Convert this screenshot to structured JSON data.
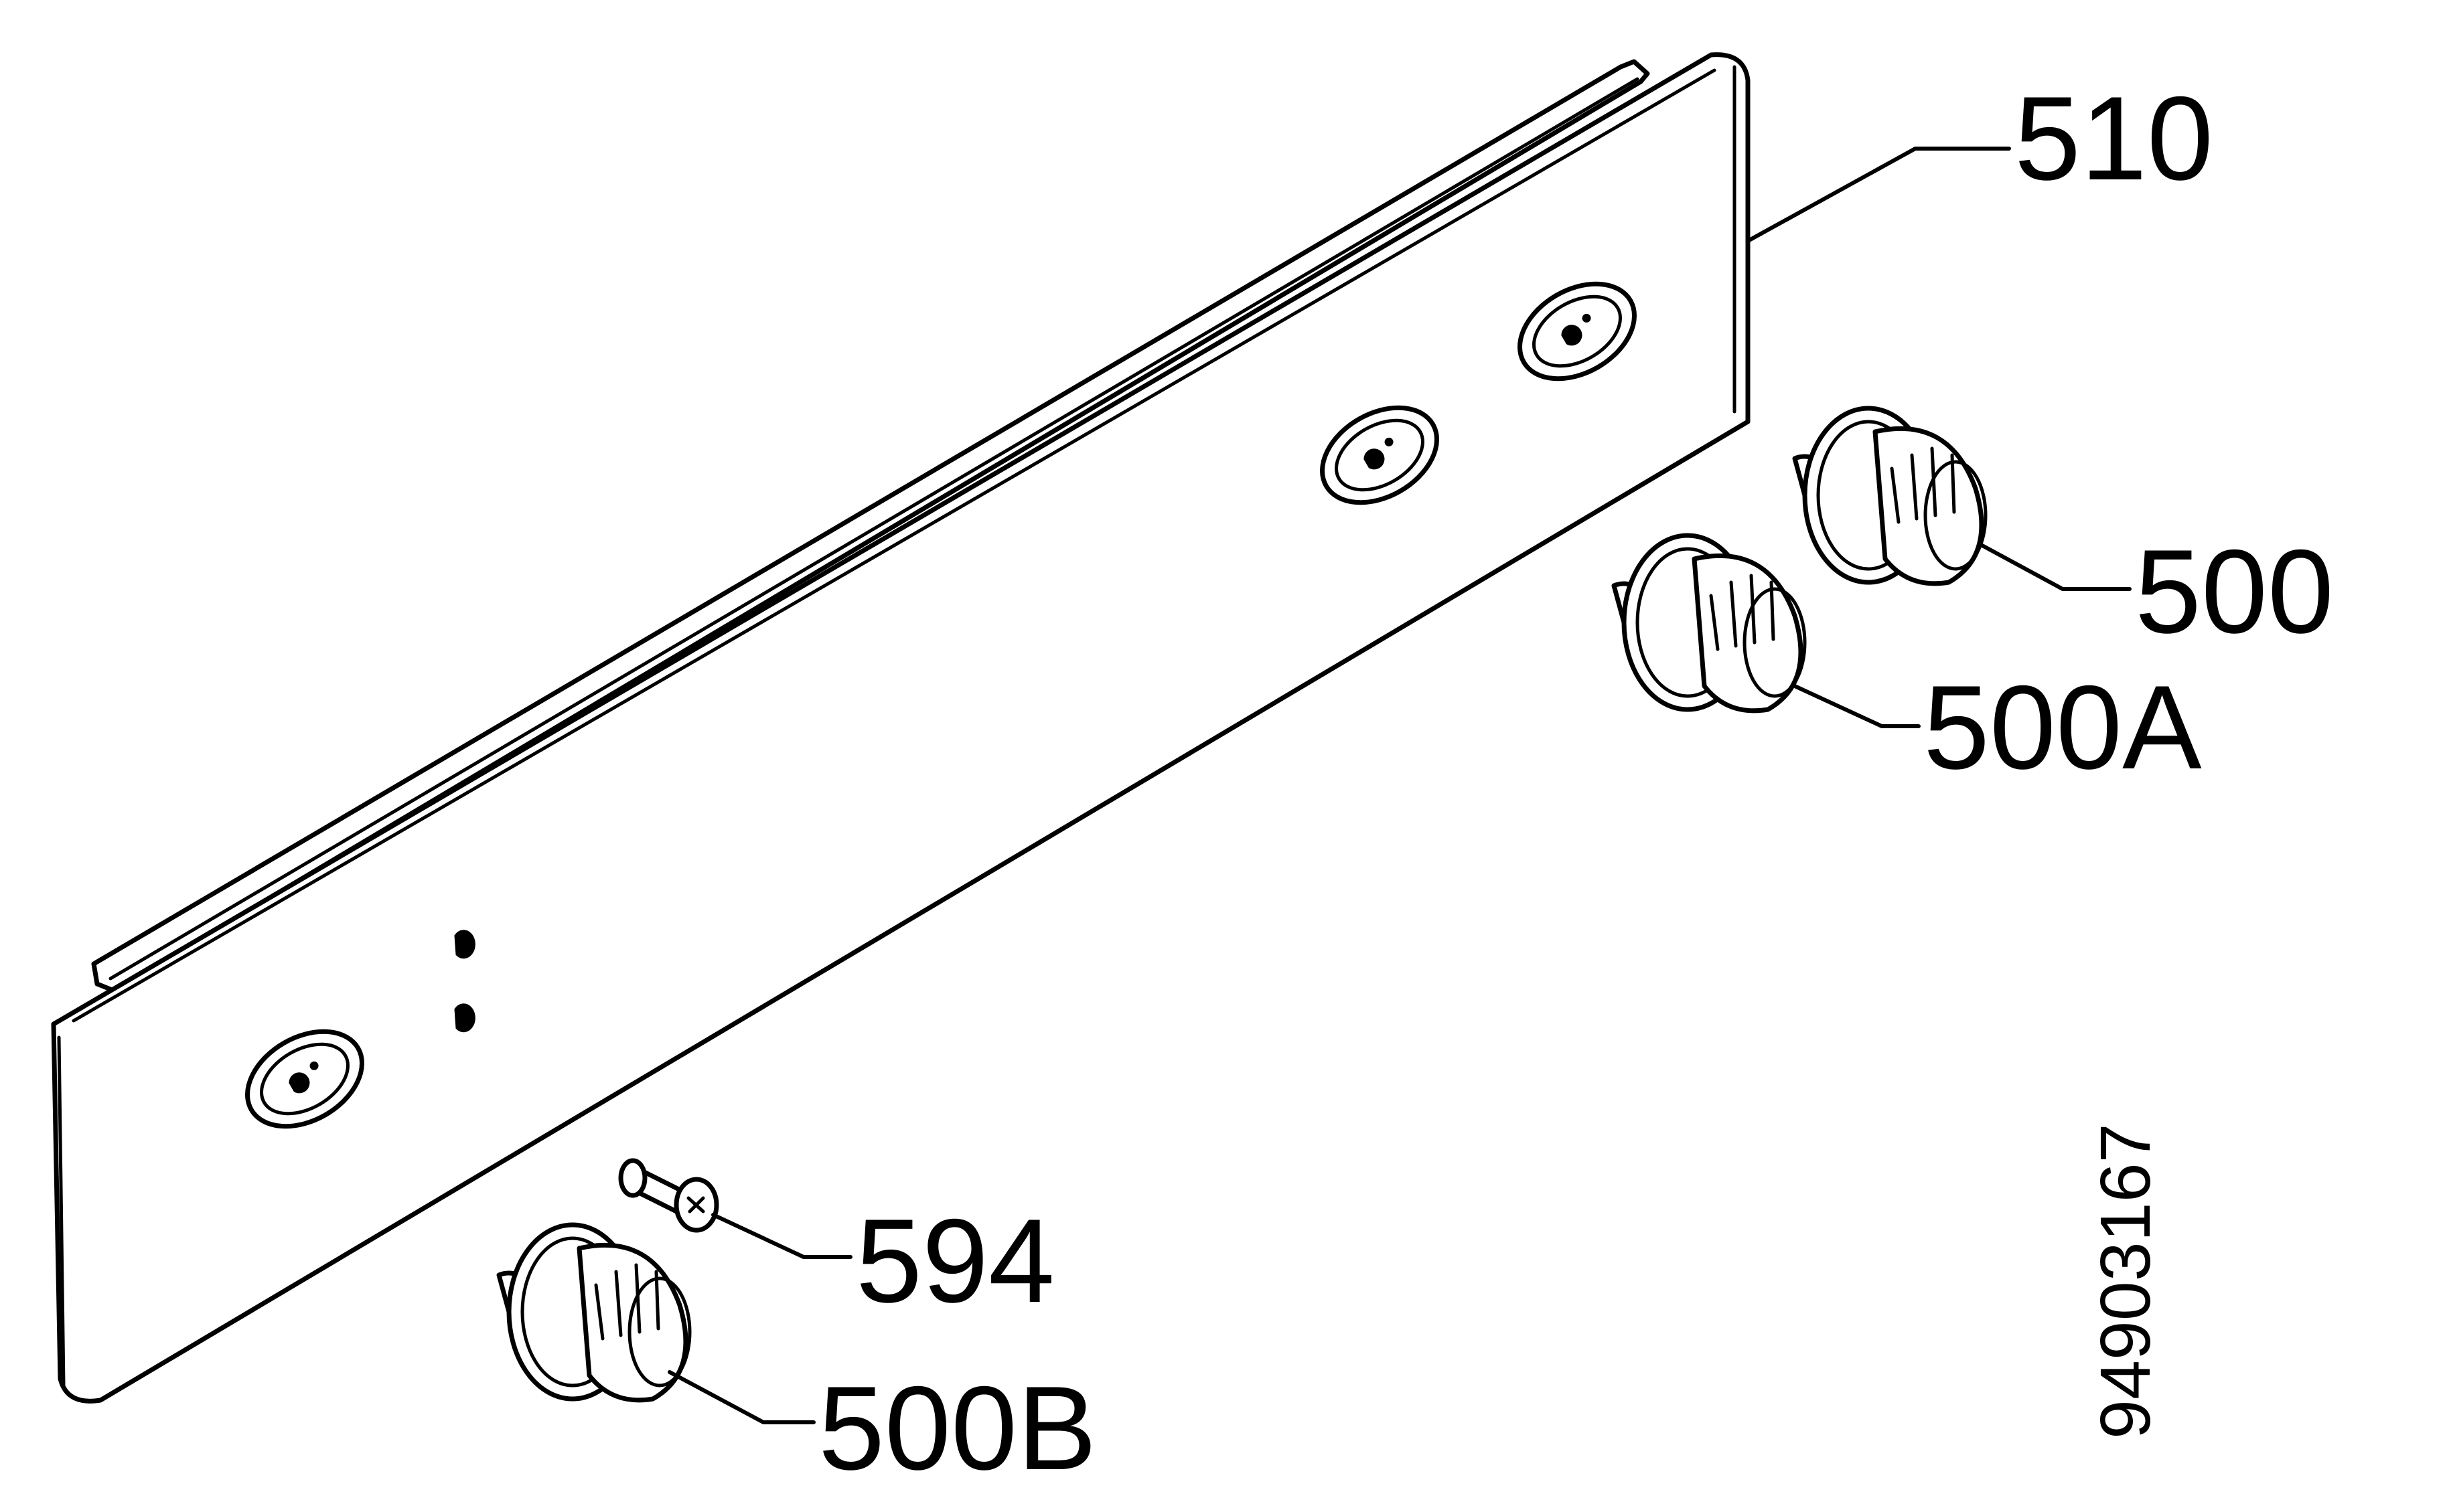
{
  "callouts": {
    "panel": "510",
    "knob_upper": "500",
    "knob_middle": "500A",
    "knob_lower": "500B",
    "screw": "594"
  },
  "drawing_number": "94903167"
}
